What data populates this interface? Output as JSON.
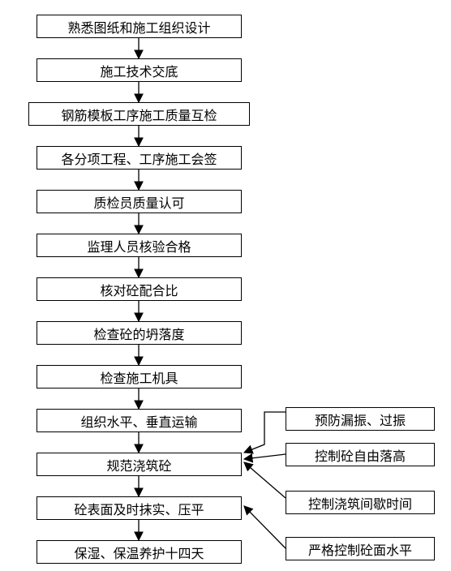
{
  "main_steps": [
    "熟悉图纸和施工组织设计",
    "施工技术交底",
    "钢筋模板工序施工质量互检",
    "各分项工程、工序施工会签",
    "质检员质量认可",
    "监理人员核验合格",
    "核对砼配合比",
    "检查砼的坍落度",
    "检查施工机具",
    "组织水平、垂直运输",
    "规范浇筑砼",
    "砼表面及时抹实、压平",
    "保湿、保温养护十四天"
  ],
  "side_notes": [
    "预防漏振、过振",
    "控制砼自由落高",
    "控制浇筑间歇时间",
    "严格控制砼面水平"
  ]
}
